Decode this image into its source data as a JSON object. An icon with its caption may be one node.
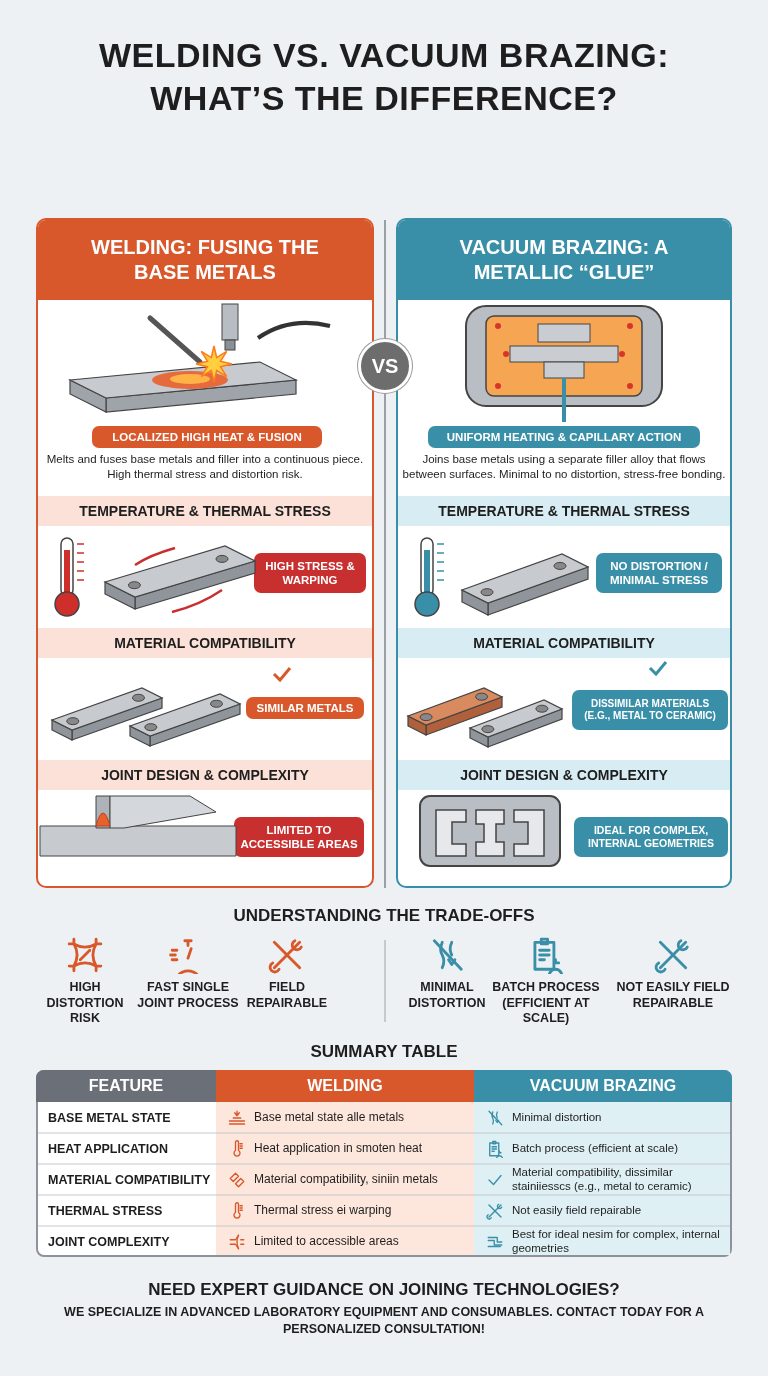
{
  "diagram": {
    "title": "WELDING VS. VACUUM BRAZING: WHAT’S THE DIFFERENCE?",
    "nodes": [
      {
        "text": [
          "WELDING: FUSING THE BASE METALS"
        ]
      },
      {
        "text": [
          "LOCALIZED HIGH HEAT & FUSION"
        ],
        "in": 0
      },
      {
        "text": [
          "TEMPERATURE & THERMAL STRESS"
        ],
        "in": 0
      },
      {
        "text": [
          "HIGH STRESS & WARPING"
        ],
        "in": 0
      },
      {
        "text": [
          "MATERIAL COMPATIBILITY"
        ],
        "in": 0
      },
      {
        "text": [
          "SIMILAR METALS"
        ],
        "in": 0
      },
      {
        "text": [
          "JOINT DESIGN & COMPLEXITY"
        ],
        "in": 0
      },
      {
        "text": [
          "LIMITED TO ACCESSIBLE AREAS"
        ],
        "in": 0
      },
      {
        "text": [
          "VS"
        ]
      },
      {
        "text": [
          "VACUUM BRAZING: A METALLIC “GLUE”"
        ]
      },
      {
        "text": [
          "UNIFORM HEATING & CAPILLARY ACTION"
        ],
        "in": 9
      },
      {
        "text": [
          "TEMPERATURE & THERMAL STRESS"
        ],
        "in": 9
      },
      {
        "text": [
          "NO DISTORTION / MINIMAL STRESS"
        ],
        "in": 9
      },
      {
        "text": [
          "MATERIAL COMPATIBILITY"
        ],
        "in": 9
      },
      {
        "text": [
          "DISSIMILAR MATERIALS (E.G., METAL TO CERAMIC)"
        ],
        "in": 9
      },
      {
        "text": [
          "JOINT DESIGN & COMPLEXITY"
        ],
        "in": 9
      },
      {
        "text": [
          "IDEAL FOR COMPLEX, INTERNAL GEOMETRIES"
        ],
        "in": 9
      }
    ],
    "labels": [
      "Melts and fuses base metals and filler into a continuous piece. High thermal stress and distortion risk.",
      "Joins base metals using a separate filler alloy that flows between surfaces. Minimal to no distortion, stress-free bonding.",
      "UNDERSTANDING THE TRADE-OFFS",
      "HIGH DISTORTION RISK",
      "FAST SINGLE JOINT PROCESS",
      "FIELD REPAIRABLE",
      "MINIMAL DISTORTION",
      "BATCH PROCESS (EFFICIENT AT SCALE)",
      "NOT EASILY FIELD REPAIRABLE",
      "SUMMARY TABLE",
      "FEATURE",
      "WELDING",
      "VACUUM BRAZING",
      "BASE METAL STATE",
      "Base metal state alle metals",
      "Minimal distortion",
      "HEAT APPLICATION",
      "Heat application in smoten heat",
      "Batch process (efficient at scale)",
      "MATERIAL COMPATIBILITY",
      "Material compatibility, siniin metals",
      "Material compatibility, dissimilar stainiiesscs (e.g., metal to ceramic)",
      "THERMAL STRESS",
      "Thermal stress ei warping",
      "Not easily field repairable",
      "JOINT COMPLEXITY",
      "Limited to accessible areas",
      "Best for ideal nesim for complex, internal geometries",
      "NEED EXPERT GUIDANCE ON JOINING TECHNOLOGIES?",
      "WE SPECIALIZE IN ADVANCED LABORATORY EQUIPMENT AND CONSUMABLES. CONTACT TODAY FOR A PERSONALIZED CONSULTATION!"
    ]
  }
}
